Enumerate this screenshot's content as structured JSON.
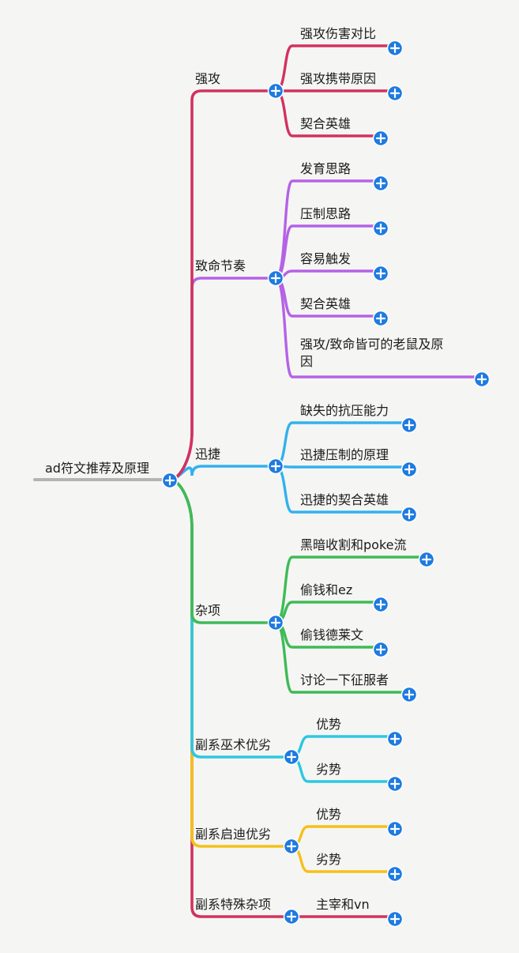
{
  "root": {
    "label": "ad符文推荐及原理"
  },
  "branches": [
    {
      "label": "强攻",
      "color": "#d2325e",
      "children": [
        "强攻伤害对比",
        "强攻携带原因",
        "契合英雄"
      ]
    },
    {
      "label": "致命节奏",
      "color": "#b562e6",
      "children": [
        "发育思路",
        "压制思路",
        "容易触发",
        "契合英雄",
        "强攻/致命皆可的老鼠及原因"
      ]
    },
    {
      "label": "迅捷",
      "color": "#33b1ee",
      "children": [
        "缺失的抗压能力",
        "迅捷压制的原理",
        "迅捷的契合英雄"
      ]
    },
    {
      "label": "杂项",
      "color": "#3fba57",
      "children": [
        "黑暗收割和poke流",
        "偷钱和ez",
        "偷钱德莱文",
        "讨论一下征服者"
      ]
    },
    {
      "label": "副系巫术优劣",
      "color": "#2ec7e0",
      "children": [
        "优势",
        "劣势"
      ]
    },
    {
      "label": "副系启迪优劣",
      "color": "#f5c01b",
      "children": [
        "优势",
        "劣势"
      ]
    },
    {
      "label": "副系特殊杂项",
      "color": "#d2325e",
      "children": [
        "主宰和vn"
      ]
    }
  ],
  "colors": {
    "root_line": "#b4b4b4",
    "expand_button": "#1e7be0"
  },
  "icons": {
    "expand": "plus-circle-icon"
  }
}
